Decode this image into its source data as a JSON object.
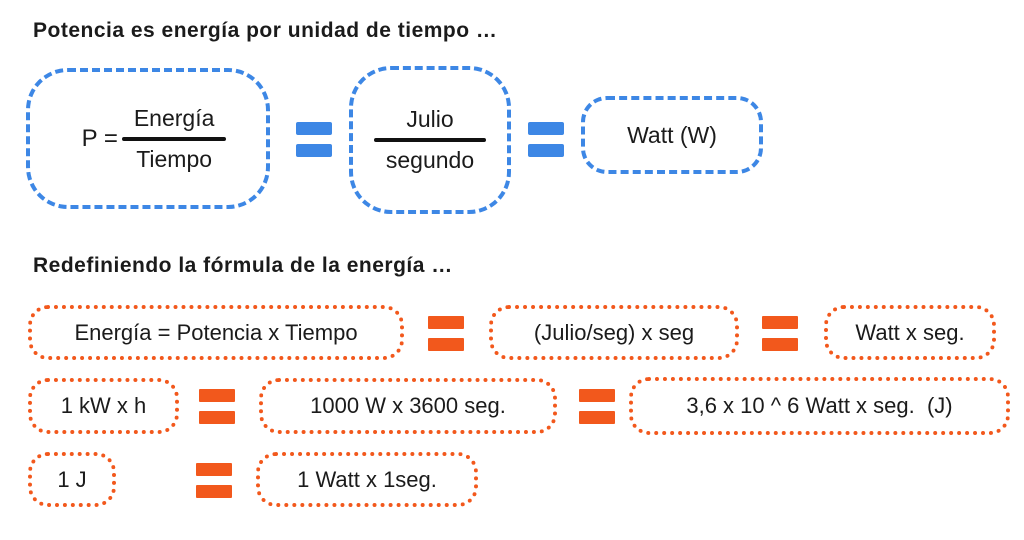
{
  "colors": {
    "blue_accent": "#3d87e5",
    "orange_accent": "#f2581c",
    "text": "#1b1b1b",
    "background": "#ffffff"
  },
  "icons": {
    "equals": "equals-icon (two stacked bars)"
  },
  "section_power": {
    "title": "Potencia es energía por unidad de tiempo …",
    "formula_box": {
      "lhs": "P =",
      "numerator": "Energía",
      "denominator": "Tiempo"
    },
    "units_box": {
      "numerator": "Julio",
      "denominator": "segundo"
    },
    "watt_box": {
      "label": "Watt (W)"
    }
  },
  "section_energy": {
    "title": "Redefiniendo la fórmula de la energía …",
    "row1": [
      "Energía = Potencia x Tiempo",
      "(Julio/seg) x seg",
      "Watt x seg."
    ],
    "row2": [
      "1 kW x h",
      "1000 W x 3600 seg.",
      "3,6 x 10 ^ 6 Watt x seg.  (J)"
    ],
    "row3": [
      "1 J",
      "1 Watt x 1seg."
    ]
  }
}
